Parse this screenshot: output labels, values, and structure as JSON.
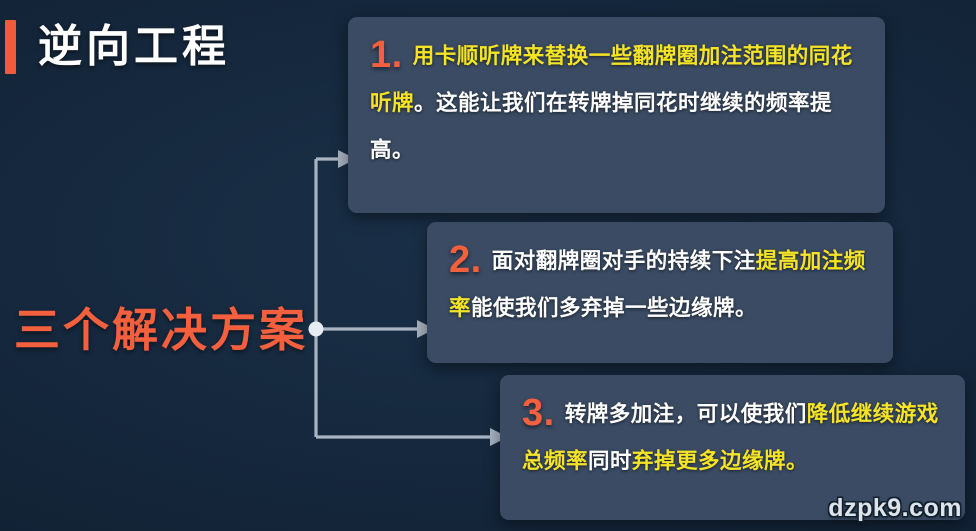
{
  "header": {
    "title": "逆向工程",
    "accent_color": "#f25a3c"
  },
  "left_label": {
    "text": "三个解决方案",
    "color": "#f4603e"
  },
  "colors": {
    "background": "#15273c",
    "card": "#3a4b63",
    "highlight_text": "#f5e426",
    "number": "#f4603e",
    "body_text": "#ffffff",
    "connector": "#a9b4c2"
  },
  "cards": [
    {
      "number": "1.",
      "segments": [
        {
          "text": "用卡顺听牌来替换一些翻牌圈加注范围的同花听牌",
          "style": "highlight"
        },
        {
          "text": "。这能让我们在转牌掉同花时继续的频率提高。",
          "style": "plain"
        }
      ]
    },
    {
      "number": "2.",
      "segments": [
        {
          "text": "面对翻牌圈对手的持续下注",
          "style": "plain"
        },
        {
          "text": "提高加注频率",
          "style": "highlight"
        },
        {
          "text": "能使我们多弃掉一些边缘牌。",
          "style": "plain"
        }
      ]
    },
    {
      "number": "3.",
      "segments": [
        {
          "text": "转牌多加注，可以使我们",
          "style": "plain"
        },
        {
          "text": "降低继续游戏总频率",
          "style": "highlight"
        },
        {
          "text": "同时",
          "style": "plain"
        },
        {
          "text": "弃掉更多边缘牌。",
          "style": "highlight"
        }
      ]
    }
  ],
  "watermark": {
    "text": "dzpk9.com"
  }
}
